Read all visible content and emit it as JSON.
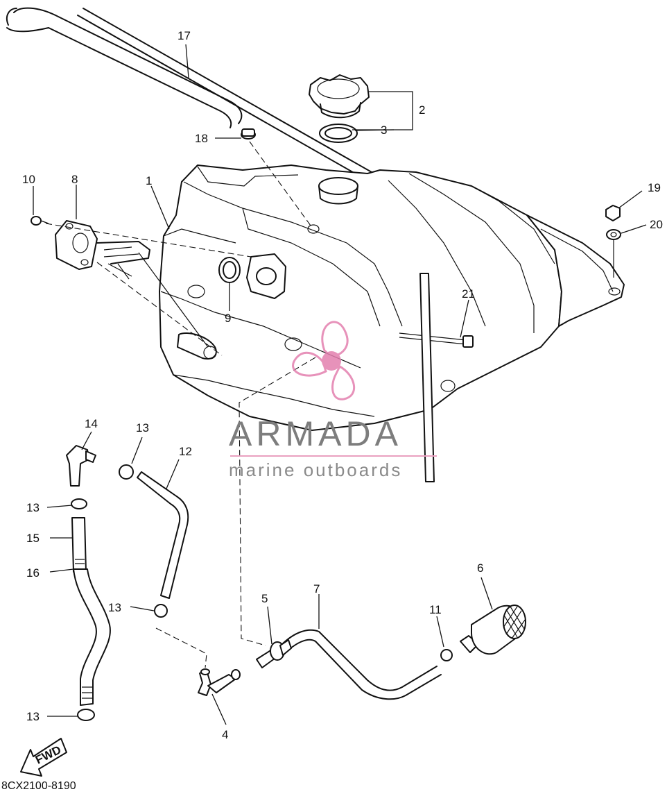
{
  "diagram": {
    "part_labels": [
      "1",
      "2",
      "3",
      "4",
      "5",
      "6",
      "7",
      "8",
      "9",
      "10",
      "11",
      "12",
      "13",
      "14",
      "15",
      "16",
      "17",
      "18",
      "19",
      "20",
      "21"
    ],
    "direction_tag": "FWD",
    "diagram_code": "8CX2100-8190"
  },
  "watermark": {
    "brand": "ARMADA",
    "tagline": "marine outboards",
    "accent_color": "#e37fae",
    "text_color": "#808080"
  }
}
